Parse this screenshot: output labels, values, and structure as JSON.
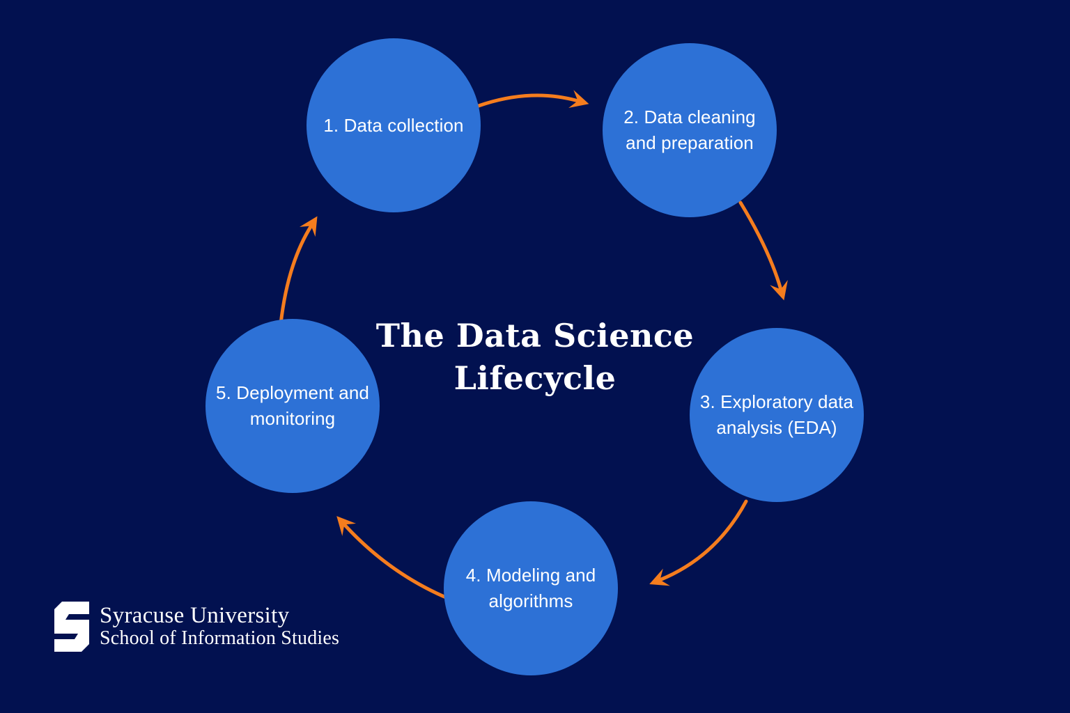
{
  "title": {
    "line1": "The Data Science",
    "line2": "Lifecycle"
  },
  "stages": [
    {
      "id": 1,
      "label": "1. Data collection"
    },
    {
      "id": 2,
      "label": "2. Data cleaning and preparation"
    },
    {
      "id": 3,
      "label": "3. Exploratory data analysis (EDA)"
    },
    {
      "id": 4,
      "label": "4. Modeling and algorithms"
    },
    {
      "id": 5,
      "label": "5. Deployment and monitoring"
    }
  ],
  "footer_logo": {
    "institution": "Syracuse University",
    "school": "School of Information Studies",
    "mark": "syracuse-block-s"
  },
  "colors": {
    "background": "#021150",
    "circle_fill": "#2d71d6",
    "arrow": "#f57d1e",
    "text": "#ffffff"
  }
}
